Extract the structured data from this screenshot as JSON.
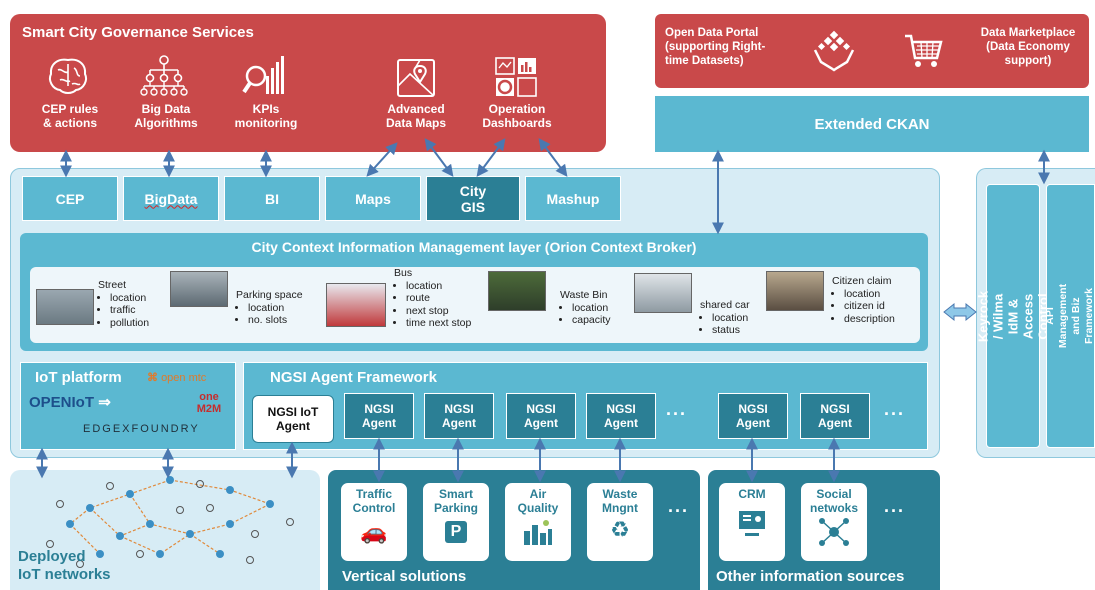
{
  "governance": {
    "title": "Smart City Governance Services",
    "items": [
      {
        "label": "CEP rules\n& actions",
        "icon": "brain-icon"
      },
      {
        "label": "Big Data\nAlgorithms",
        "icon": "hierarchy-icon"
      },
      {
        "label": "KPIs\nmonitoring",
        "icon": "kpi-magnifier-icon"
      },
      {
        "label": "Advanced\nData Maps",
        "icon": "map-icon"
      },
      {
        "label": "Operation\nDashboards",
        "icon": "dashboard-icon"
      }
    ]
  },
  "open_data": {
    "portal": "Open Data Portal\n(supporting Right-\ntime Datasets)",
    "marketplace": "Data Marketplace\n(Data Economy\nsupport)",
    "ckan": "Extended CKAN"
  },
  "tools": {
    "items": [
      "CEP",
      "BigData",
      "BI",
      "Maps",
      "City\nGIS",
      "Mashup"
    ]
  },
  "context_layer": {
    "title": "City Context Information Management layer (Orion Context Broker)",
    "entities": [
      {
        "name": "Street",
        "attrs": [
          "location",
          "traffic",
          "pollution"
        ]
      },
      {
        "name": "Parking space",
        "attrs": [
          "location",
          "no. slots"
        ]
      },
      {
        "name": "Bus",
        "attrs": [
          "location",
          "route",
          "next stop",
          "time next stop"
        ]
      },
      {
        "name": "Waste Bin",
        "attrs": [
          "location",
          "capacity"
        ]
      },
      {
        "name": "shared car",
        "attrs": [
          "location",
          "status"
        ]
      },
      {
        "name": "Citizen claim",
        "attrs": [
          "location",
          "citizen id",
          "description"
        ]
      }
    ]
  },
  "iot_platform": {
    "title": "IoT platform",
    "logos": [
      "open mtc",
      "OPENIoT",
      "one M2M",
      "EDGEXFOUNDRY"
    ]
  },
  "ngsi": {
    "title": "NGSI Agent Framework",
    "iot_agent": "NGSI IoT\nAgent",
    "agent_label": "NGSI\nAgent",
    "ellipsis": "..."
  },
  "security": {
    "keyrock": "Keyrock / Wilma\nIdM & Access Control",
    "api_mgmt": "API Management and Biz\nFramework"
  },
  "iot_networks": {
    "label": "Deployed\nIoT networks"
  },
  "verticals": {
    "title": "Vertical solutions",
    "items": [
      {
        "label": "Traffic\nControl",
        "icon": "car-icon"
      },
      {
        "label": "Smart\nParking",
        "icon": "parking-icon"
      },
      {
        "label": "Air\nQuality",
        "icon": "city-air-icon"
      },
      {
        "label": "Waste\nMngnt",
        "icon": "recycle-icon"
      }
    ],
    "ellipsis": "..."
  },
  "other_sources": {
    "title": "Other information sources",
    "items": [
      {
        "label": "CRM",
        "icon": "crm-screen-icon"
      },
      {
        "label": "Social\nnetwoks",
        "icon": "social-network-icon"
      }
    ],
    "ellipsis": "..."
  },
  "colors": {
    "red": "#c9494a",
    "teal": "#5bb8d1",
    "dark_teal": "#2b7f95",
    "light_panel": "#d7ecf5",
    "arrow": "#4a78b0"
  }
}
